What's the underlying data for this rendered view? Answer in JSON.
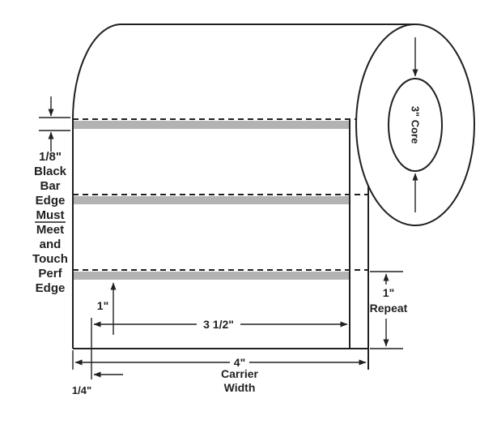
{
  "diagram": {
    "type": "label-roll-specification",
    "core_label": "3\" Core",
    "note_lines": [
      "1/8\"",
      "Black",
      "Bar",
      "Edge",
      "Must",
      "Meet",
      "and",
      "Touch",
      "Perf",
      "Edge"
    ],
    "dimensions": {
      "bar_offset": "1\"",
      "label_width": "3 1/2\"",
      "repeat_value": "1\"",
      "repeat_label": "Repeat",
      "carrier_value": "4\"",
      "carrier_label_line1": "Carrier",
      "carrier_label_line2": "Width",
      "left_margin": "1/4\""
    },
    "colors": {
      "black_bar_fill": "#b3b3b3",
      "outline": "#231f20",
      "background": "#ffffff"
    }
  }
}
